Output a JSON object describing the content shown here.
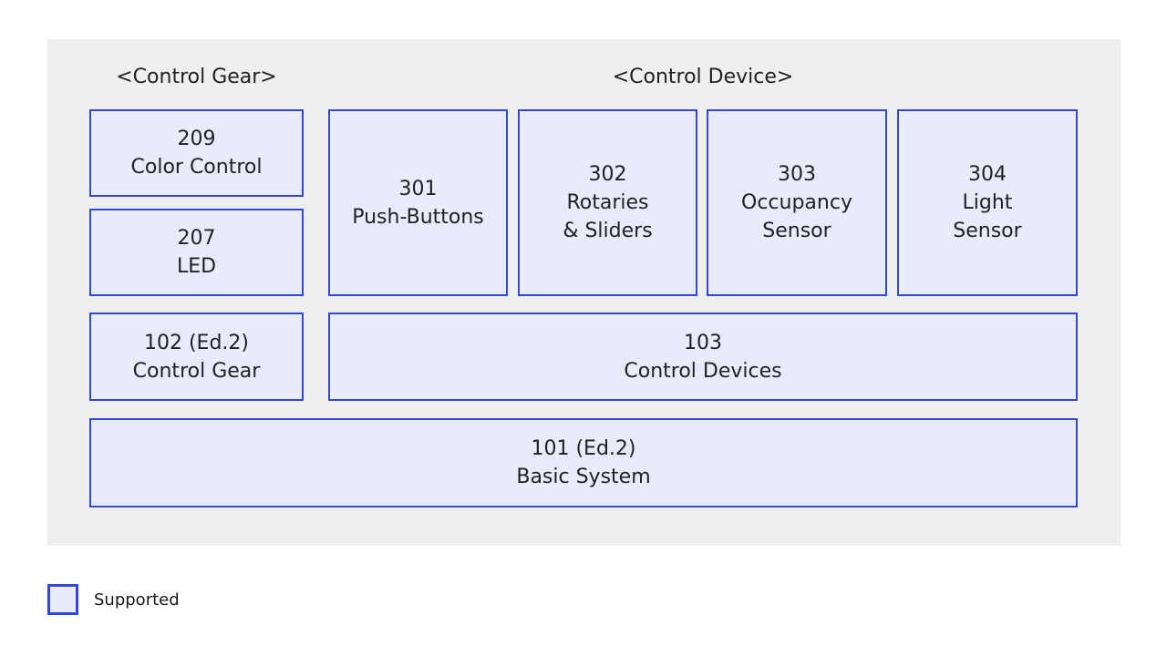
{
  "headers": {
    "control_gear": "<Control Gear>",
    "control_device": "<Control Device>"
  },
  "boxes": {
    "b209": {
      "code": "209",
      "name": "Color Control"
    },
    "b207": {
      "code": "207",
      "name": "LED"
    },
    "b301": {
      "code": "301",
      "name": "Push-Buttons"
    },
    "b302": {
      "code": "302",
      "name": "Rotaries\n& Sliders"
    },
    "b303": {
      "code": "303",
      "name": "Occupancy\nSensor"
    },
    "b304": {
      "code": "304",
      "name": "Light\nSensor"
    },
    "b102": {
      "code": "102 (Ed.2)",
      "name": "Control Gear"
    },
    "b103": {
      "code": "103",
      "name": "Control Devices"
    },
    "b101": {
      "code": "101 (Ed.2)",
      "name": "Basic System"
    }
  },
  "legend": {
    "label": "Supported"
  },
  "colors": {
    "panel_background": "#efeff0",
    "box_fill": "#e7ebfa",
    "box_border": "#3347d4",
    "text": "#212126"
  }
}
